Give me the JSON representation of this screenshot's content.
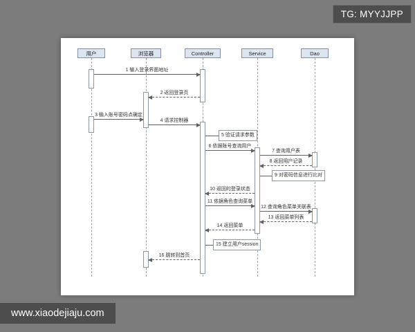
{
  "colors": {
    "canvas_bg": "#7c7c7c",
    "page_bg": "#ffffff",
    "actor_fill": "#dde5ee",
    "actor_border": "#7d8ea5",
    "message_line": "#606060",
    "overlay_bg": "#4d4d4d",
    "overlay_text": "#ffffff"
  },
  "overlays": {
    "tg_badge": "TG: MYYJJPP",
    "watermark": "www.xiaodejiaju.com"
  },
  "diagram": {
    "type": "uml-sequence",
    "actors": [
      {
        "label": "用户"
      },
      {
        "label": "浏览器"
      },
      {
        "label": "Controller"
      },
      {
        "label": "Service"
      },
      {
        "label": "Dao"
      }
    ],
    "messages": [
      {
        "label": "1 输入登录界面地址",
        "from": "用户",
        "to": "Controller",
        "kind": "call"
      },
      {
        "label": "2 返回登录页",
        "from": "Controller",
        "to": "浏览器",
        "kind": "return"
      },
      {
        "label": "3 输入账号密码点确定",
        "from": "用户",
        "to": "浏览器",
        "kind": "call"
      },
      {
        "label": "4 请求控制器",
        "from": "浏览器",
        "to": "Controller",
        "kind": "call"
      },
      {
        "label": "5 验证请求参数",
        "from": "Controller",
        "to": "Controller",
        "kind": "self"
      },
      {
        "label": "6 依据账号查询用户",
        "from": "Controller",
        "to": "Service",
        "kind": "call"
      },
      {
        "label": "7 查询用户表",
        "from": "Service",
        "to": "Dao",
        "kind": "call"
      },
      {
        "label": "8 返回用户记录",
        "from": "Dao",
        "to": "Service",
        "kind": "return"
      },
      {
        "label": "9 对密码信息进行比对",
        "from": "Service",
        "to": "Service",
        "kind": "self"
      },
      {
        "label": "10 返回的登录状态",
        "from": "Service",
        "to": "Controller",
        "kind": "return"
      },
      {
        "label": "11 依据角色查询菜单",
        "from": "Controller",
        "to": "Service",
        "kind": "call"
      },
      {
        "label": "12 查询角色菜单关联表",
        "from": "Service",
        "to": "Dao",
        "kind": "call"
      },
      {
        "label": "13 返回菜单列表",
        "from": "Dao",
        "to": "Service",
        "kind": "return"
      },
      {
        "label": "14 返回菜单",
        "from": "Service",
        "to": "Controller",
        "kind": "return"
      },
      {
        "label": "15 建立用户session",
        "from": "Controller",
        "to": "Controller",
        "kind": "self"
      },
      {
        "label": "16 跳转到首页",
        "from": "Controller",
        "to": "浏览器",
        "kind": "return"
      }
    ]
  }
}
